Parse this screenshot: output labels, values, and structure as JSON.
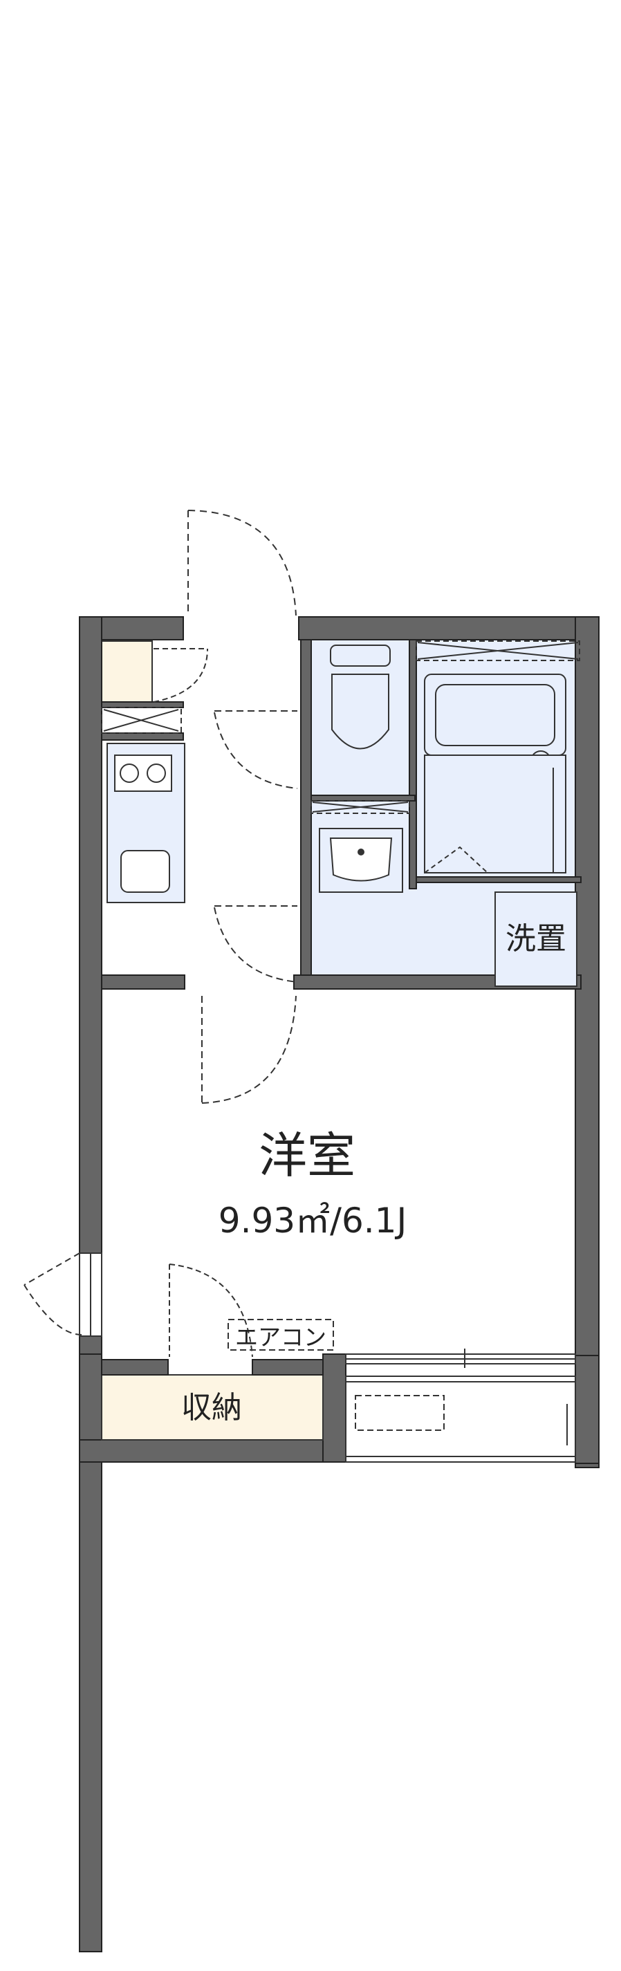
{
  "rooms": {
    "western_room": {
      "name": "洋室",
      "area": "9.93㎡/6.1J"
    },
    "laundry": {
      "name": "洗置"
    },
    "storage": {
      "name": "収納"
    },
    "aircon": {
      "name": "エアコン"
    }
  },
  "colors": {
    "wall": "#666666",
    "wet_area": "#e8effc",
    "storage": "#fdf5e3",
    "line": "#333333"
  }
}
